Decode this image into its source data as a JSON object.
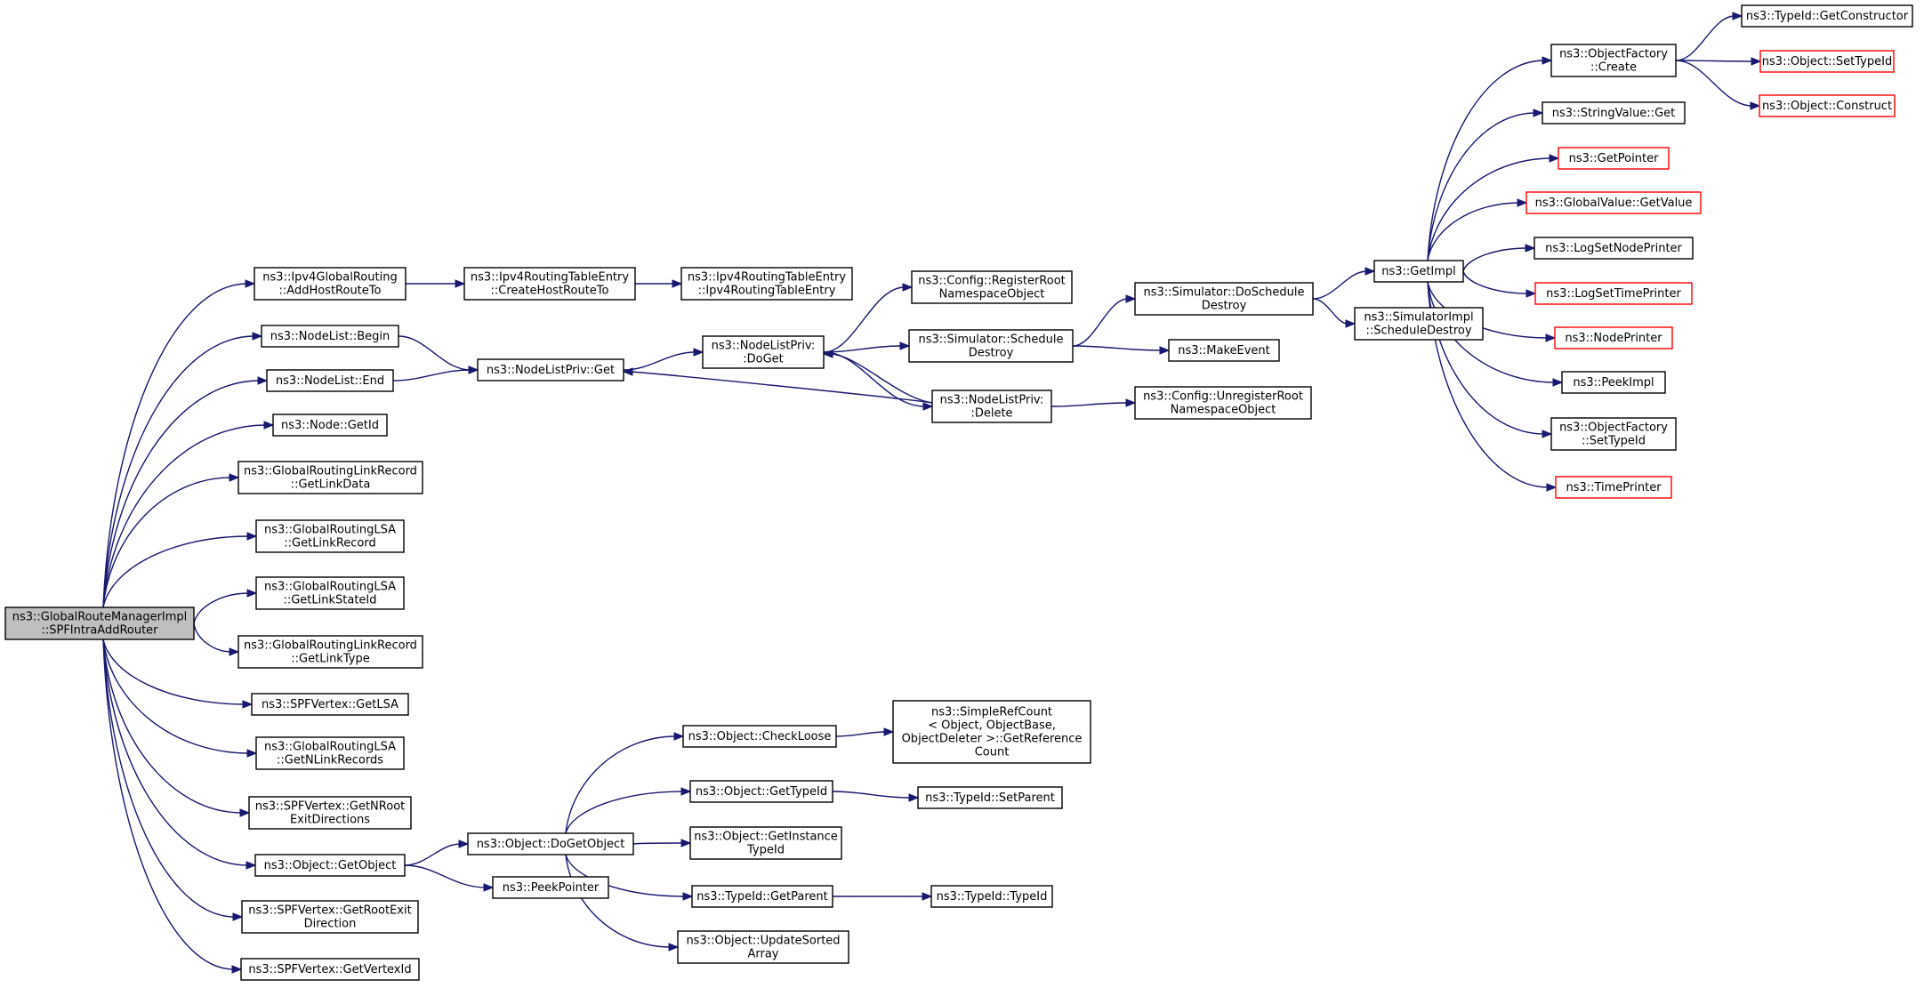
{
  "diagram": {
    "nodes": [
      {
        "id": "root",
        "lines": [
          "ns3::GlobalRouteManagerImpl",
          "::SPFIntraAddRouter"
        ],
        "style": "root"
      },
      {
        "id": "ipv4gr_addhost",
        "lines": [
          "ns3::Ipv4GlobalRouting",
          "::AddHostRouteTo"
        ]
      },
      {
        "id": "ipv4rte_create",
        "lines": [
          "ns3::Ipv4RoutingTableEntry",
          "::CreateHostRouteTo"
        ]
      },
      {
        "id": "ipv4rte_ctor",
        "lines": [
          "ns3::Ipv4RoutingTableEntry",
          "::Ipv4RoutingTableEntry"
        ]
      },
      {
        "id": "nodelist_begin",
        "lines": [
          "ns3::NodeList::Begin"
        ]
      },
      {
        "id": "nodelist_end",
        "lines": [
          "ns3::NodeList::End"
        ]
      },
      {
        "id": "nlp_get",
        "lines": [
          "ns3::NodeListPriv::Get"
        ]
      },
      {
        "id": "nlp_doget",
        "lines": [
          "ns3::NodeListPriv:",
          ":DoGet"
        ]
      },
      {
        "id": "nlp_delete",
        "lines": [
          "ns3::NodeListPriv:",
          ":Delete"
        ]
      },
      {
        "id": "cfg_register",
        "lines": [
          "ns3::Config::RegisterRoot",
          "NamespaceObject"
        ]
      },
      {
        "id": "sim_schedule_destroy",
        "lines": [
          "ns3::Simulator::Schedule",
          "Destroy"
        ]
      },
      {
        "id": "sim_doschedule_destroy",
        "lines": [
          "ns3::Simulator::DoSchedule",
          "Destroy"
        ]
      },
      {
        "id": "makeevent",
        "lines": [
          "ns3::MakeEvent"
        ]
      },
      {
        "id": "cfg_unregister",
        "lines": [
          "ns3::Config::UnregisterRoot",
          "NamespaceObject"
        ]
      },
      {
        "id": "getimpl",
        "lines": [
          "ns3::GetImpl"
        ]
      },
      {
        "id": "simimpl_sched",
        "lines": [
          "ns3::SimulatorImpl",
          "::ScheduleDestroy"
        ]
      },
      {
        "id": "of_create",
        "lines": [
          "ns3::ObjectFactory",
          "::Create"
        ]
      },
      {
        "id": "typeid_getctor",
        "lines": [
          "ns3::TypeId::GetConstructor"
        ]
      },
      {
        "id": "obj_settypeid",
        "lines": [
          "ns3::Object::SetTypeId"
        ],
        "style": "red"
      },
      {
        "id": "obj_construct",
        "lines": [
          "ns3::Object::Construct"
        ],
        "style": "red"
      },
      {
        "id": "stringvalue_get",
        "lines": [
          "ns3::StringValue::Get"
        ]
      },
      {
        "id": "getpointer",
        "lines": [
          "ns3::GetPointer"
        ],
        "style": "red"
      },
      {
        "id": "globalvalue_get",
        "lines": [
          "ns3::GlobalValue::GetValue"
        ],
        "style": "red"
      },
      {
        "id": "logsetnodeprinter",
        "lines": [
          "ns3::LogSetNodePrinter"
        ]
      },
      {
        "id": "logsettimeprinter",
        "lines": [
          "ns3::LogSetTimePrinter"
        ],
        "style": "red"
      },
      {
        "id": "nodeprinter",
        "lines": [
          "ns3::NodePrinter"
        ],
        "style": "red"
      },
      {
        "id": "peekimpl",
        "lines": [
          "ns3::PeekImpl"
        ]
      },
      {
        "id": "of_settypeid",
        "lines": [
          "ns3::ObjectFactory",
          "::SetTypeId"
        ]
      },
      {
        "id": "timeprinter",
        "lines": [
          "ns3::TimePrinter"
        ],
        "style": "red"
      },
      {
        "id": "node_getid",
        "lines": [
          "ns3::Node::GetId"
        ]
      },
      {
        "id": "grlr_getlinkdata",
        "lines": [
          "ns3::GlobalRoutingLinkRecord",
          "::GetLinkData"
        ]
      },
      {
        "id": "grlsa_getlinkrecord",
        "lines": [
          "ns3::GlobalRoutingLSA",
          "::GetLinkRecord"
        ]
      },
      {
        "id": "grlsa_getlinkstateid",
        "lines": [
          "ns3::GlobalRoutingLSA",
          "::GetLinkStateId"
        ]
      },
      {
        "id": "grlr_getlinktype",
        "lines": [
          "ns3::GlobalRoutingLinkRecord",
          "::GetLinkType"
        ]
      },
      {
        "id": "spf_getlsa",
        "lines": [
          "ns3::SPFVertex::GetLSA"
        ]
      },
      {
        "id": "grlsa_getnlinkrecords",
        "lines": [
          "ns3::GlobalRoutingLSA",
          "::GetNLinkRecords"
        ]
      },
      {
        "id": "spf_getnrootexit",
        "lines": [
          "ns3::SPFVertex::GetNRoot",
          "ExitDirections"
        ]
      },
      {
        "id": "obj_getobject",
        "lines": [
          "ns3::Object::GetObject"
        ]
      },
      {
        "id": "obj_dogetobject",
        "lines": [
          "ns3::Object::DoGetObject"
        ]
      },
      {
        "id": "peekpointer",
        "lines": [
          "ns3::PeekPointer"
        ]
      },
      {
        "id": "obj_checkloose",
        "lines": [
          "ns3::Object::CheckLoose"
        ]
      },
      {
        "id": "srefcount",
        "lines": [
          "ns3::SimpleRefCount",
          "< Object, ObjectBase,",
          "ObjectDeleter >::GetReference",
          "Count"
        ]
      },
      {
        "id": "obj_gettypeid",
        "lines": [
          "ns3::Object::GetTypeId"
        ]
      },
      {
        "id": "typeid_setparent",
        "lines": [
          "ns3::TypeId::SetParent"
        ]
      },
      {
        "id": "obj_getinstance",
        "lines": [
          "ns3::Object::GetInstance",
          "TypeId"
        ]
      },
      {
        "id": "typeid_getparent",
        "lines": [
          "ns3::TypeId::GetParent"
        ]
      },
      {
        "id": "typeid_typeid",
        "lines": [
          "ns3::TypeId::TypeId"
        ]
      },
      {
        "id": "obj_updatesorted",
        "lines": [
          "ns3::Object::UpdateSorted",
          "Array"
        ]
      },
      {
        "id": "spf_getrootexit",
        "lines": [
          "ns3::SPFVertex::GetRootExit",
          "Direction"
        ]
      },
      {
        "id": "spf_getvertexid",
        "lines": [
          "ns3::SPFVertex::GetVertexId"
        ]
      }
    ],
    "edges": [
      [
        "root",
        "ipv4gr_addhost"
      ],
      [
        "root",
        "nodelist_begin"
      ],
      [
        "root",
        "nodelist_end"
      ],
      [
        "root",
        "node_getid"
      ],
      [
        "root",
        "grlr_getlinkdata"
      ],
      [
        "root",
        "grlsa_getlinkrecord"
      ],
      [
        "root",
        "grlsa_getlinkstateid"
      ],
      [
        "root",
        "grlr_getlinktype"
      ],
      [
        "root",
        "spf_getlsa"
      ],
      [
        "root",
        "grlsa_getnlinkrecords"
      ],
      [
        "root",
        "spf_getnrootexit"
      ],
      [
        "root",
        "obj_getobject"
      ],
      [
        "root",
        "spf_getrootexit"
      ],
      [
        "root",
        "spf_getvertexid"
      ],
      [
        "ipv4gr_addhost",
        "ipv4rte_create"
      ],
      [
        "ipv4rte_create",
        "ipv4rte_ctor"
      ],
      [
        "nodelist_begin",
        "nlp_get"
      ],
      [
        "nodelist_end",
        "nlp_get"
      ],
      [
        "nlp_get",
        "nlp_doget"
      ],
      [
        "nlp_doget",
        "cfg_register"
      ],
      [
        "nlp_doget",
        "sim_schedule_destroy"
      ],
      [
        "nlp_doget",
        "nlp_delete"
      ],
      [
        "nlp_delete",
        "nlp_doget"
      ],
      [
        "nlp_delete",
        "nlp_get"
      ],
      [
        "nlp_delete",
        "cfg_unregister"
      ],
      [
        "sim_schedule_destroy",
        "sim_doschedule_destroy"
      ],
      [
        "sim_schedule_destroy",
        "makeevent"
      ],
      [
        "sim_doschedule_destroy",
        "getimpl"
      ],
      [
        "sim_doschedule_destroy",
        "simimpl_sched"
      ],
      [
        "getimpl",
        "of_create"
      ],
      [
        "getimpl",
        "stringvalue_get"
      ],
      [
        "getimpl",
        "getpointer"
      ],
      [
        "getimpl",
        "globalvalue_get"
      ],
      [
        "getimpl",
        "logsetnodeprinter"
      ],
      [
        "getimpl",
        "logsettimeprinter"
      ],
      [
        "getimpl",
        "nodeprinter"
      ],
      [
        "getimpl",
        "peekimpl"
      ],
      [
        "getimpl",
        "of_settypeid"
      ],
      [
        "getimpl",
        "timeprinter"
      ],
      [
        "of_create",
        "typeid_getctor"
      ],
      [
        "of_create",
        "obj_settypeid"
      ],
      [
        "of_create",
        "obj_construct"
      ],
      [
        "obj_getobject",
        "obj_dogetobject"
      ],
      [
        "obj_getobject",
        "peekpointer"
      ],
      [
        "obj_dogetobject",
        "obj_checkloose"
      ],
      [
        "obj_dogetobject",
        "obj_gettypeid"
      ],
      [
        "obj_dogetobject",
        "obj_getinstance"
      ],
      [
        "obj_dogetobject",
        "typeid_getparent"
      ],
      [
        "obj_dogetobject",
        "obj_updatesorted"
      ],
      [
        "obj_checkloose",
        "srefcount"
      ],
      [
        "obj_gettypeid",
        "typeid_setparent"
      ],
      [
        "typeid_getparent",
        "typeid_typeid"
      ]
    ]
  }
}
